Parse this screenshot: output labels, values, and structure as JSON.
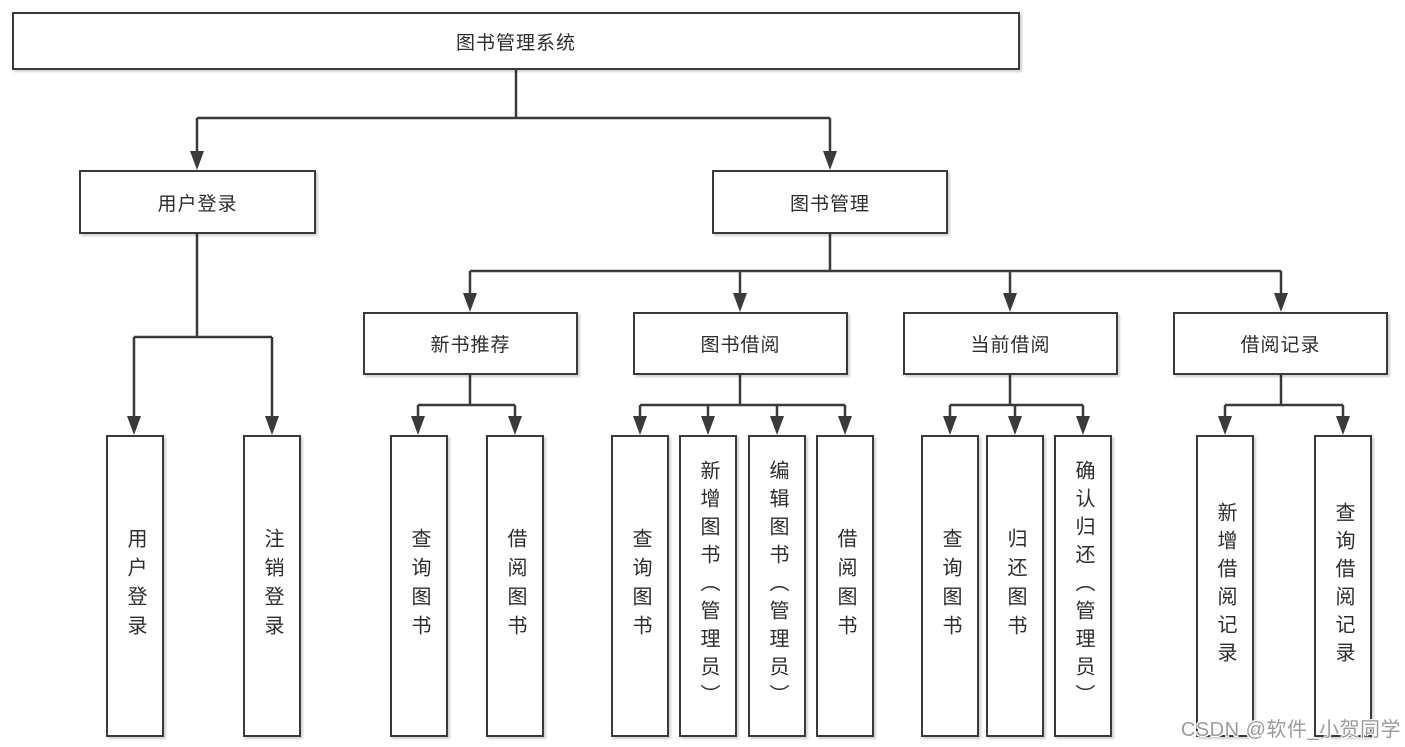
{
  "diagram": {
    "root": {
      "label": "图书管理系统"
    },
    "level1": [
      {
        "label": "用户登录"
      },
      {
        "label": "图书管理"
      }
    ],
    "level2": [
      {
        "label": "新书推荐",
        "parent": "图书管理"
      },
      {
        "label": "图书借阅",
        "parent": "图书管理"
      },
      {
        "label": "当前借阅",
        "parent": "图书管理"
      },
      {
        "label": "借阅记录",
        "parent": "图书管理"
      }
    ],
    "leaves": [
      {
        "label": "用户登录",
        "parent": "用户登录"
      },
      {
        "label": "注销登录",
        "parent": "用户登录"
      },
      {
        "label": "查询图书",
        "parent": "新书推荐"
      },
      {
        "label": "借阅图书",
        "parent": "新书推荐"
      },
      {
        "label": "查询图书",
        "parent": "图书借阅"
      },
      {
        "label": "新增图书（管理员）",
        "parent": "图书借阅"
      },
      {
        "label": "编辑图书（管理员）",
        "parent": "图书借阅"
      },
      {
        "label": "借阅图书",
        "parent": "图书借阅"
      },
      {
        "label": "查询图书",
        "parent": "当前借阅"
      },
      {
        "label": "归还图书",
        "parent": "当前借阅"
      },
      {
        "label": "确认归还（管理员）",
        "parent": "当前借阅"
      },
      {
        "label": "新增借阅记录",
        "parent": "借阅记录"
      },
      {
        "label": "查询借阅记录",
        "parent": "借阅记录"
      }
    ],
    "colors": {
      "line": "#3a3a3a",
      "text": "#2d2d2d",
      "box_background": "#ffffff",
      "watermark_text": "#9c9c9c"
    },
    "watermark": "CSDN @软件_小贺同学"
  }
}
